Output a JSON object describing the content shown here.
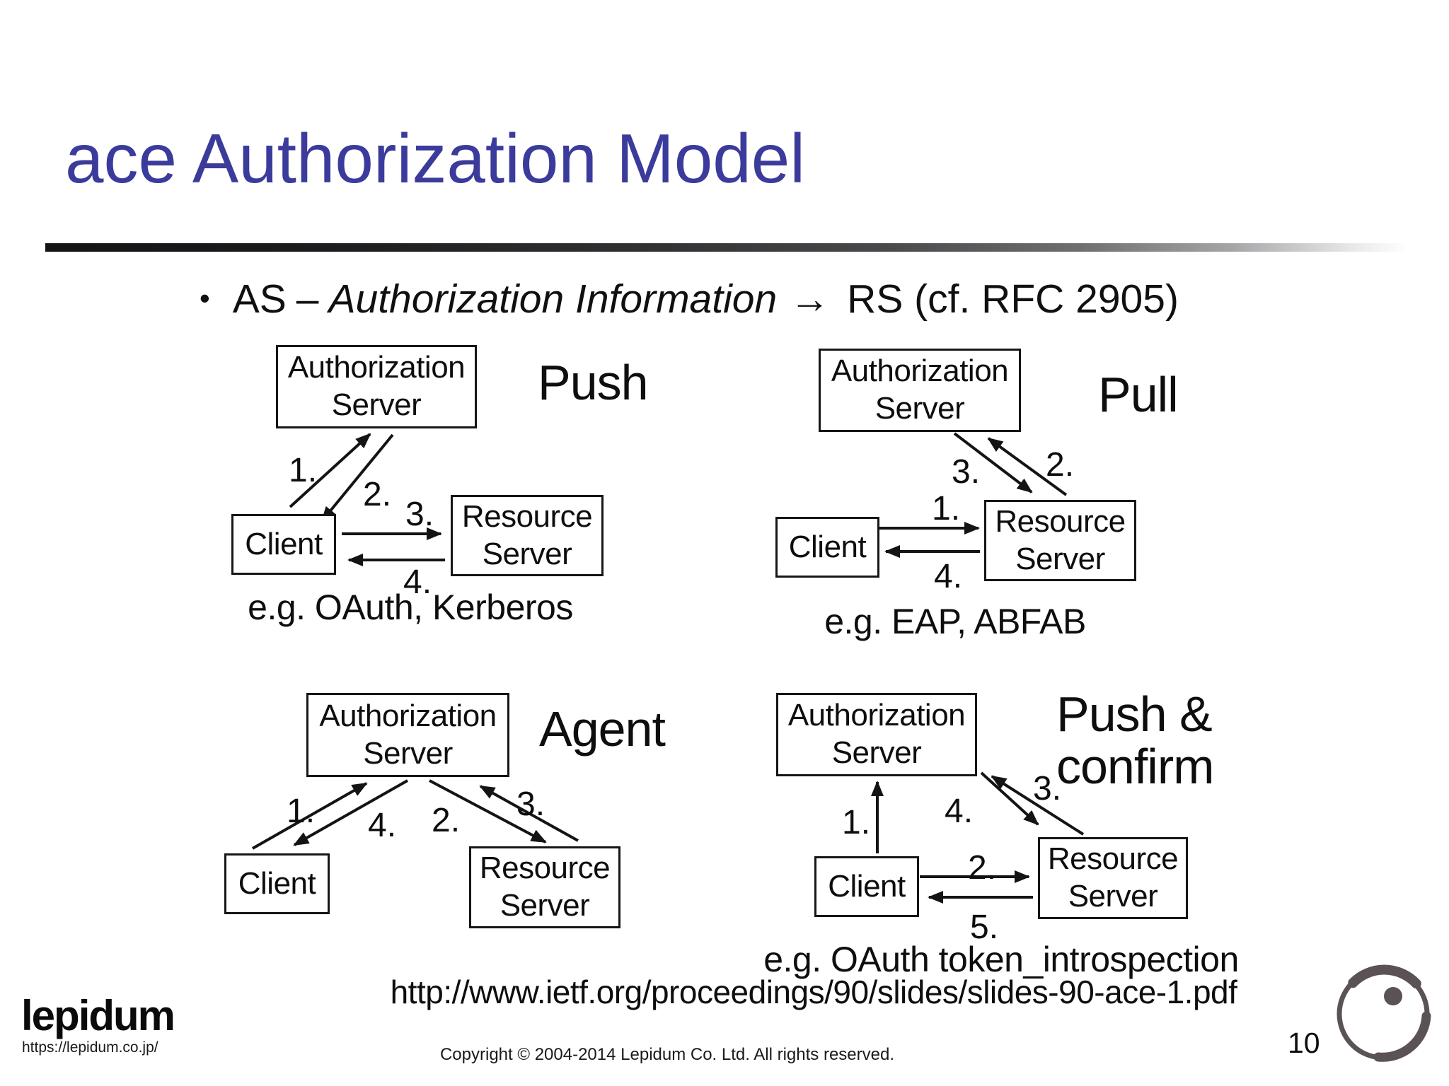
{
  "slide": {
    "title": "ace Authorization Model",
    "bullet": {
      "marker": "•",
      "as": "AS",
      "dash": "–",
      "italic": "Authorization Information",
      "arrow": "→",
      "rest": "RS (cf. RFC 2905)"
    },
    "link": "http://www.ietf.org/proceedings/90/slides/slides-90-ace-1.pdf"
  },
  "diagrams": [
    {
      "name": "Push",
      "as": "Authorization Server",
      "client": "Client",
      "rs": "Resource Server",
      "example": "e.g. OAuth, Kerberos",
      "steps": [
        "1.",
        "2.",
        "3.",
        "4."
      ]
    },
    {
      "name": "Pull",
      "as": "Authorization Server",
      "client": "Client",
      "rs": "Resource Server",
      "example": "e.g. EAP, ABFAB",
      "steps": [
        "1.",
        "2.",
        "3.",
        "4."
      ]
    },
    {
      "name": "Agent",
      "as": "Authorization Server",
      "client": "Client",
      "rs": "Resource Server",
      "example": "",
      "steps": [
        "1.",
        "2.",
        "3.",
        "4."
      ]
    },
    {
      "name_line1": "Push &",
      "name_line2": "confirm",
      "as": "Authorization Server",
      "client": "Client",
      "rs": "Resource Server",
      "example": "e.g. OAuth token_introspection",
      "steps": [
        "1.",
        "2.",
        "3.",
        "4.",
        "5."
      ]
    }
  ],
  "footer": {
    "logo": "lepidum",
    "logo_url": "https://lepidum.co.jp/",
    "copyright": "Copyright © 2004-2014 Lepidum Co. Ltd. All rights reserved.",
    "page_number": "10"
  },
  "colors": {
    "title": "#3b3b9c",
    "text": "#0e0e0e",
    "ring_logo": "#5a5254"
  }
}
